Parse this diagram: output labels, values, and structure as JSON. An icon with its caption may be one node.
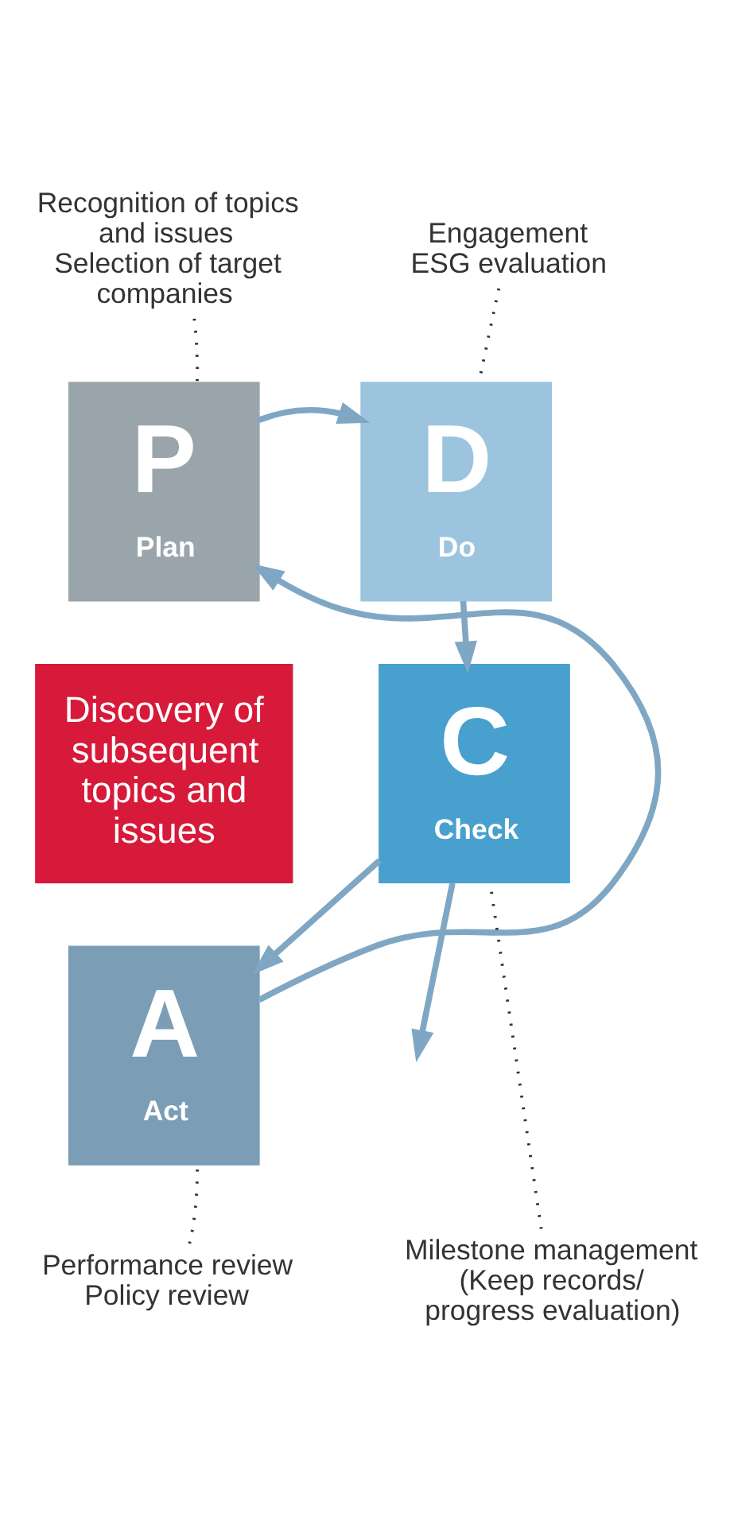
{
  "diagram": {
    "nodes": [
      {
        "text": [
          "Recognition of topics and issues",
          "Selection of target companies"
        ]
      },
      {
        "text": [
          "Engagement",
          "ESG evaluation"
        ]
      },
      {
        "text": [
          "P",
          "Plan"
        ]
      },
      {
        "text": [
          "D",
          "Do"
        ]
      },
      {
        "text": [
          "Discovery of subsequent topics and issues"
        ]
      },
      {
        "text": [
          "C",
          "Check"
        ]
      },
      {
        "text": [
          "A",
          "Act"
        ]
      },
      {
        "text": [
          "Performance review",
          "Policy review"
        ]
      },
      {
        "text": [
          "Milestone management",
          "(Keep records/ progress evaluation)"
        ]
      }
    ],
    "edges": [
      {
        "from": 2,
        "to": 3,
        "arrow": "to"
      },
      {
        "from": 3,
        "to": 5,
        "arrow": "to"
      },
      {
        "from": 5,
        "to": 6,
        "arrow": "to"
      },
      {
        "from": 6,
        "to": 2,
        "arrow": "to"
      },
      {
        "from": 5,
        "to": null,
        "arrow": "to"
      },
      {
        "from": 0,
        "to": 2,
        "arrow": "none",
        "style": "dashed",
        "color": "#333333"
      },
      {
        "from": 1,
        "to": 3,
        "arrow": "none",
        "style": "dashed",
        "color": "#333333"
      },
      {
        "from": 7,
        "to": 6,
        "arrow": "none",
        "style": "dashed",
        "color": "#333333"
      },
      {
        "from": 8,
        "to": 5,
        "arrow": "none",
        "style": "dashed",
        "color": "#333333"
      }
    ]
  }
}
